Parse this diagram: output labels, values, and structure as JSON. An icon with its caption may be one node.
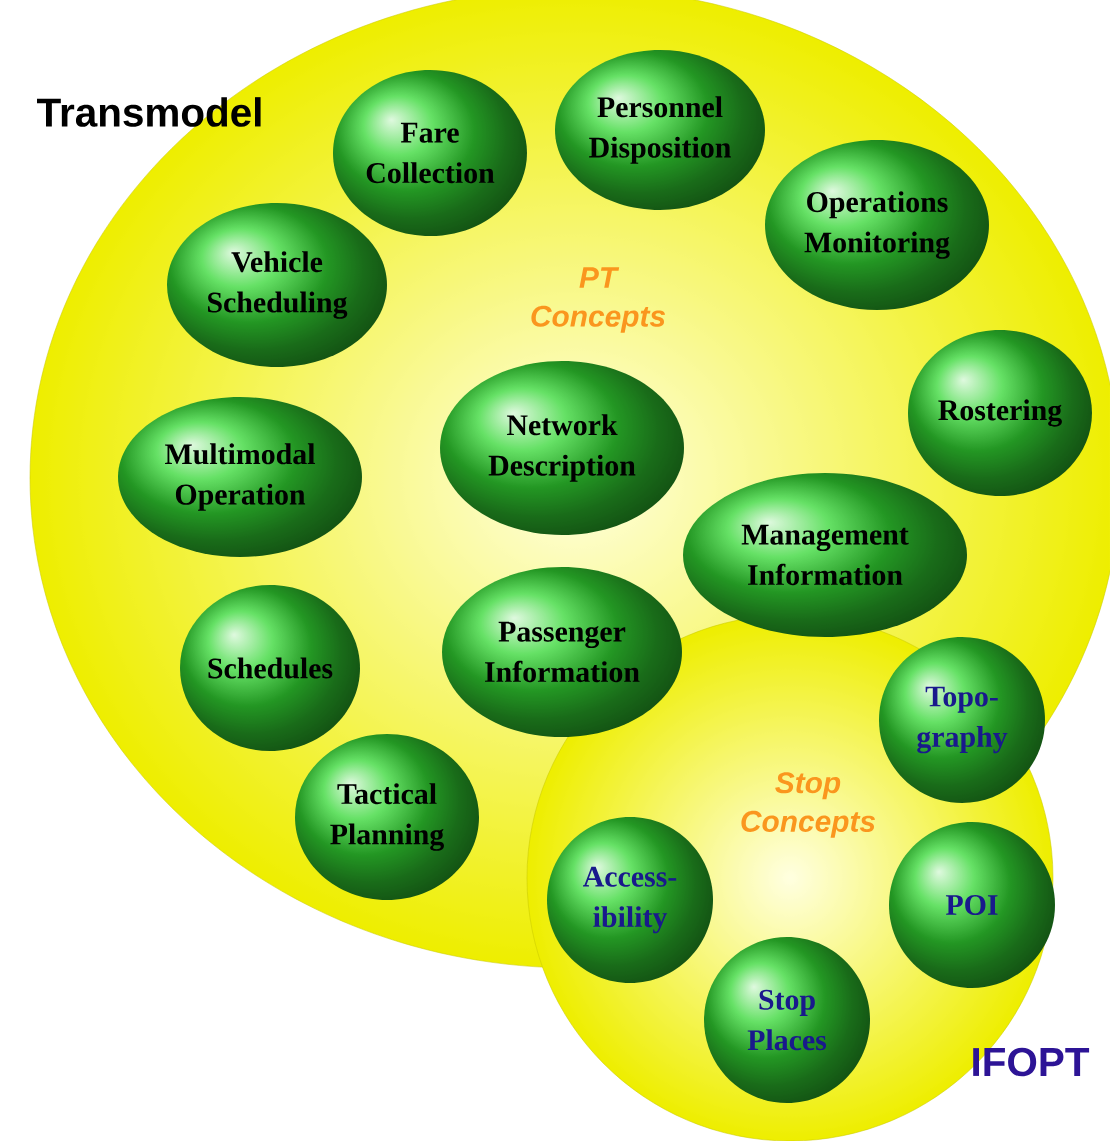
{
  "diagram": {
    "nodes": [
      {
        "text": [
          "Transmodel",
          "PT Concepts"
        ]
      },
      {
        "text": [
          "Fare Collection"
        ],
        "in": 0
      },
      {
        "text": [
          "Personnel Disposition"
        ],
        "in": 0
      },
      {
        "text": [
          "Operations Monitoring"
        ],
        "in": 0
      },
      {
        "text": [
          "Vehicle Scheduling"
        ],
        "in": 0
      },
      {
        "text": [
          "Rostering"
        ],
        "in": 0
      },
      {
        "text": [
          "Network Description"
        ],
        "in": 0
      },
      {
        "text": [
          "Multimodal Operation"
        ],
        "in": 0
      },
      {
        "text": [
          "Management Information"
        ],
        "in": 0
      },
      {
        "text": [
          "Schedules"
        ],
        "in": 0
      },
      {
        "text": [
          "Passenger Information"
        ],
        "in": 0
      },
      {
        "text": [
          "Tactical Planning"
        ],
        "in": 0
      },
      {
        "text": [
          "Stop Concepts",
          "IFOPT"
        ]
      },
      {
        "text": [
          "Topo- graphy"
        ]
      },
      {
        "text": [
          "Access- ibility"
        ]
      },
      {
        "text": [
          "POI"
        ],
        "in": 12
      },
      {
        "text": [
          "Stop Places"
        ],
        "in": 12
      }
    ]
  }
}
